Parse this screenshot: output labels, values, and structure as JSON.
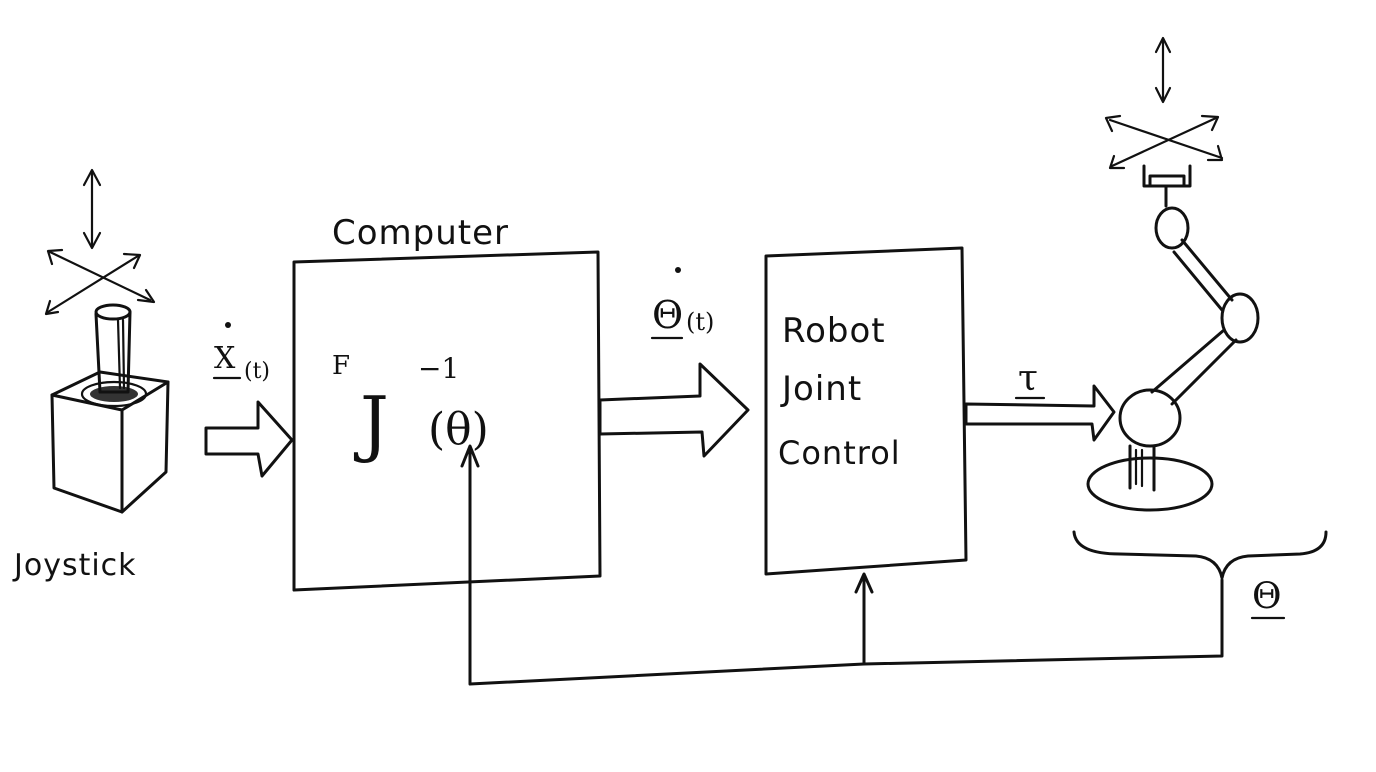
{
  "labels": {
    "joystick": "Joystick",
    "computer": "Computer",
    "robot_joint_control": [
      "Robot",
      "Joint",
      "Control"
    ],
    "x_dot": "X",
    "x_dot_arg": "(t)",
    "theta_dot": "Θ",
    "theta_dot_arg": "(t)",
    "jacobian_superscript_frame": "F",
    "jacobian_superscript_inverse": "−1",
    "jacobian_symbol": "J",
    "jacobian_arg": "(θ)",
    "tau": "τ",
    "theta_vector": "Θ"
  }
}
